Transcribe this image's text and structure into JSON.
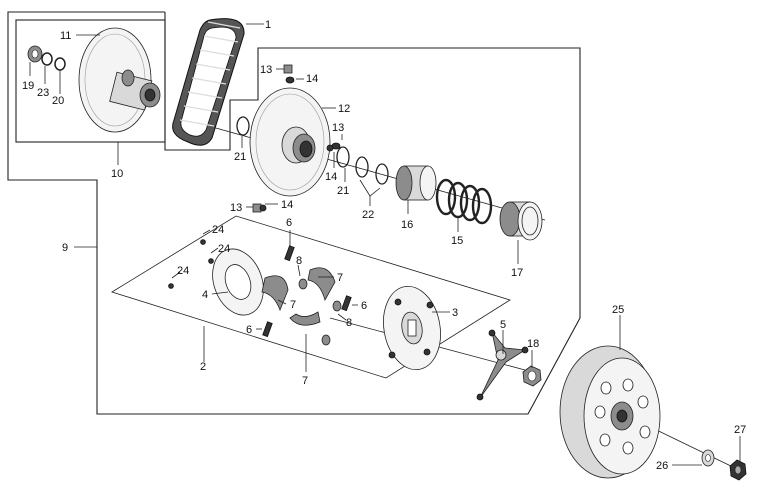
{
  "labels": {
    "belt": "1",
    "assy2": "2",
    "plate3": "3",
    "plate4": "4",
    "bracket5": "5",
    "spring6a": "6",
    "spring6b": "6",
    "spring6c": "6",
    "shoe7a": "7",
    "shoe7b": "7",
    "shoe7c": "7",
    "roller8a": "8",
    "roller8b": "8",
    "assy9": "9",
    "assy10": "10",
    "pulley11": "11",
    "pulley12": "12",
    "pin13a": "13",
    "pin13b": "13",
    "pin13c": "13",
    "cap14a": "14",
    "cap14b": "14",
    "cap14c": "14",
    "spring15": "15",
    "collar16": "16",
    "cup17": "17",
    "nut18": "18",
    "bearing19": "19",
    "seal20": "20",
    "oring21a": "21",
    "oring21b": "21",
    "oring22": "22",
    "bearing23": "23",
    "pin24a": "24",
    "pin24b": "24",
    "pin24c": "24",
    "bell25": "25",
    "washer26": "26",
    "nut27": "27"
  },
  "colors": {
    "line": "#222222",
    "dark": "#333333",
    "mid": "#8c8c8c",
    "light": "#d9d9d9"
  }
}
